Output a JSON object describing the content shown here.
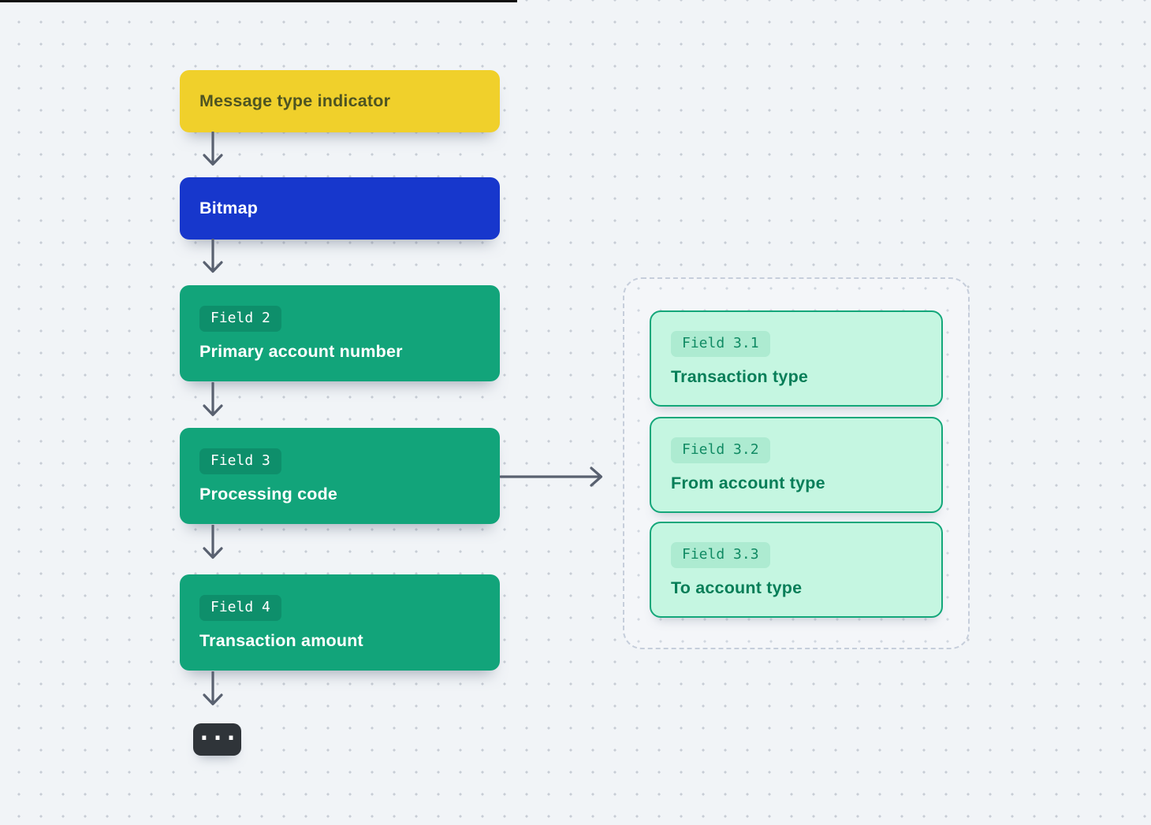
{
  "diagram": {
    "progress_bar": {
      "color": "#0e0e0e"
    },
    "nodes": [
      {
        "id": "message-type-indicator",
        "label": "Message type indicator",
        "variant": "yellow"
      },
      {
        "id": "bitmap",
        "label": "Bitmap",
        "variant": "blue"
      },
      {
        "id": "field-2",
        "badge": "Field 2",
        "label": "Primary account number",
        "variant": "green"
      },
      {
        "id": "field-3",
        "badge": "Field 3",
        "label": "Processing code",
        "variant": "green"
      },
      {
        "id": "field-4",
        "badge": "Field 4",
        "label": "Transaction amount",
        "variant": "green"
      },
      {
        "id": "more-fields",
        "label": "...",
        "variant": "dark"
      }
    ],
    "field3_subfields": [
      {
        "badge": "Field 3.1",
        "label": "Transaction type"
      },
      {
        "badge": "Field 3.2",
        "label": "From account type"
      },
      {
        "badge": "Field 3.3",
        "label": "To account type"
      }
    ],
    "colors": {
      "background": "#f1f4f7",
      "grid_dot": "#c7cdd5",
      "yellow_node_bg": "#f0d02b",
      "yellow_node_text": "#4e5422",
      "blue_node_bg": "#1737cc",
      "green_node_bg": "#12a47a",
      "green_badge_bg": "#0e8f6b",
      "node_text_light": "#ffffff",
      "mint_card_bg": "#c5f6e1",
      "mint_card_border": "#14a77a",
      "mint_badge_bg": "#adebd1",
      "mint_badge_text": "#108a63",
      "mint_label_text": "#077e58",
      "dark_node_bg": "#2f3439",
      "arrow": "#596170",
      "dashed_border": "#c6cedb"
    }
  }
}
